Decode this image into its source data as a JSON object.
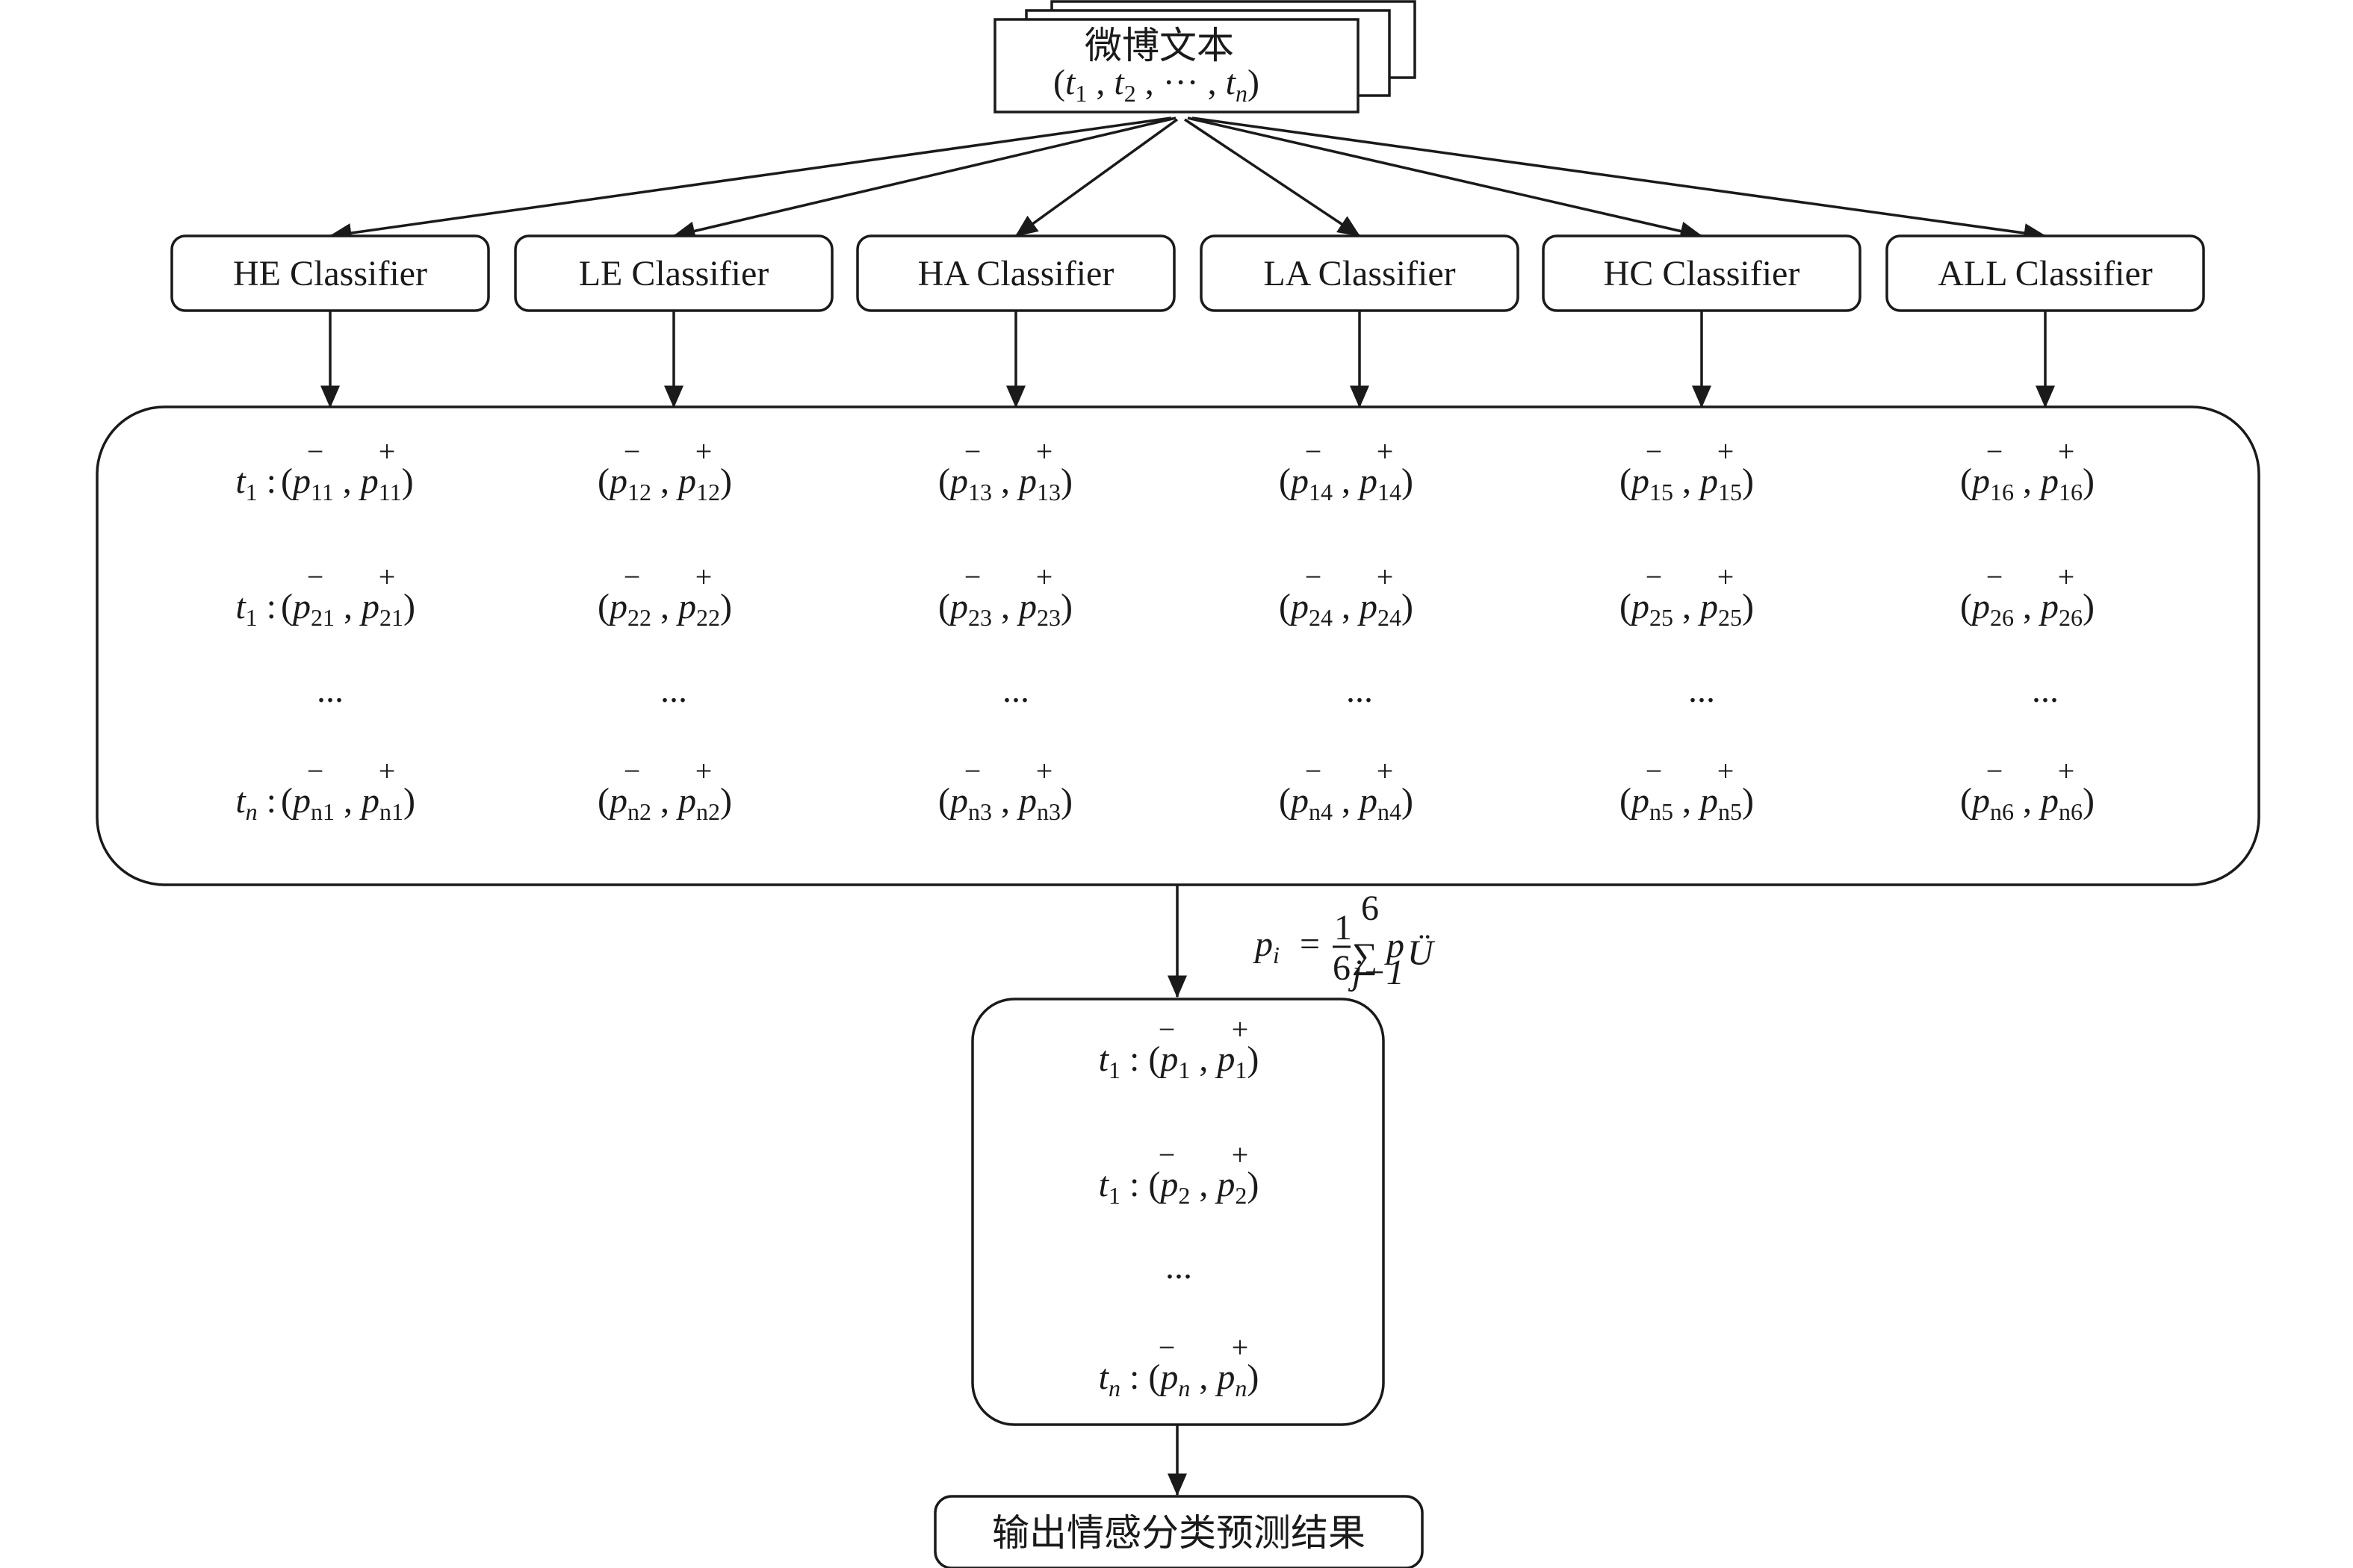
{
  "input": {
    "title": "微博文本",
    "formula": "(t1 , t2 , ··· , tn)"
  },
  "classifiers": [
    {
      "label": "HE Classifier"
    },
    {
      "label": "LE Classifier"
    },
    {
      "label": "HA Classifier"
    },
    {
      "label": "LA Classifier"
    },
    {
      "label": "HC Classifier"
    },
    {
      "label": "ALL Classifier"
    }
  ],
  "matrix": {
    "signs": {
      "minus": "−",
      "plus": "+"
    },
    "row_labels": [
      "t1 :",
      "t1 :",
      "tn :"
    ],
    "rows": [
      [
        "(p11 , p11)",
        "(p12 , p12)",
        "(p13 , p13)",
        "(p14 , p14)",
        "(p15 , p15)",
        "(p16 , p16)"
      ],
      [
        "(p21 , p21)",
        "(p22 , p22)",
        "(p23 , p23)",
        "(p24 , p24)",
        "(p25 , p25)",
        "(p26 , p26)"
      ],
      [
        "(pn1 , pn1)",
        "(pn2 , pn2)",
        "(pn3 , pn3)",
        "(pn4 , pn4)",
        "(pn5 , pn5)",
        "(pn6 , pn6)"
      ]
    ],
    "ellipsis": "..."
  },
  "aggregation_formula": "pi = 1/6 ∑ j−1 6 pÜ",
  "result": {
    "rows": [
      "t1 : (p1 , p1)",
      "t1 : (p2 , p2)",
      "tn : (pn , pn)"
    ],
    "ellipsis": "..."
  },
  "output": {
    "label": "输出情感分类预测结果"
  }
}
